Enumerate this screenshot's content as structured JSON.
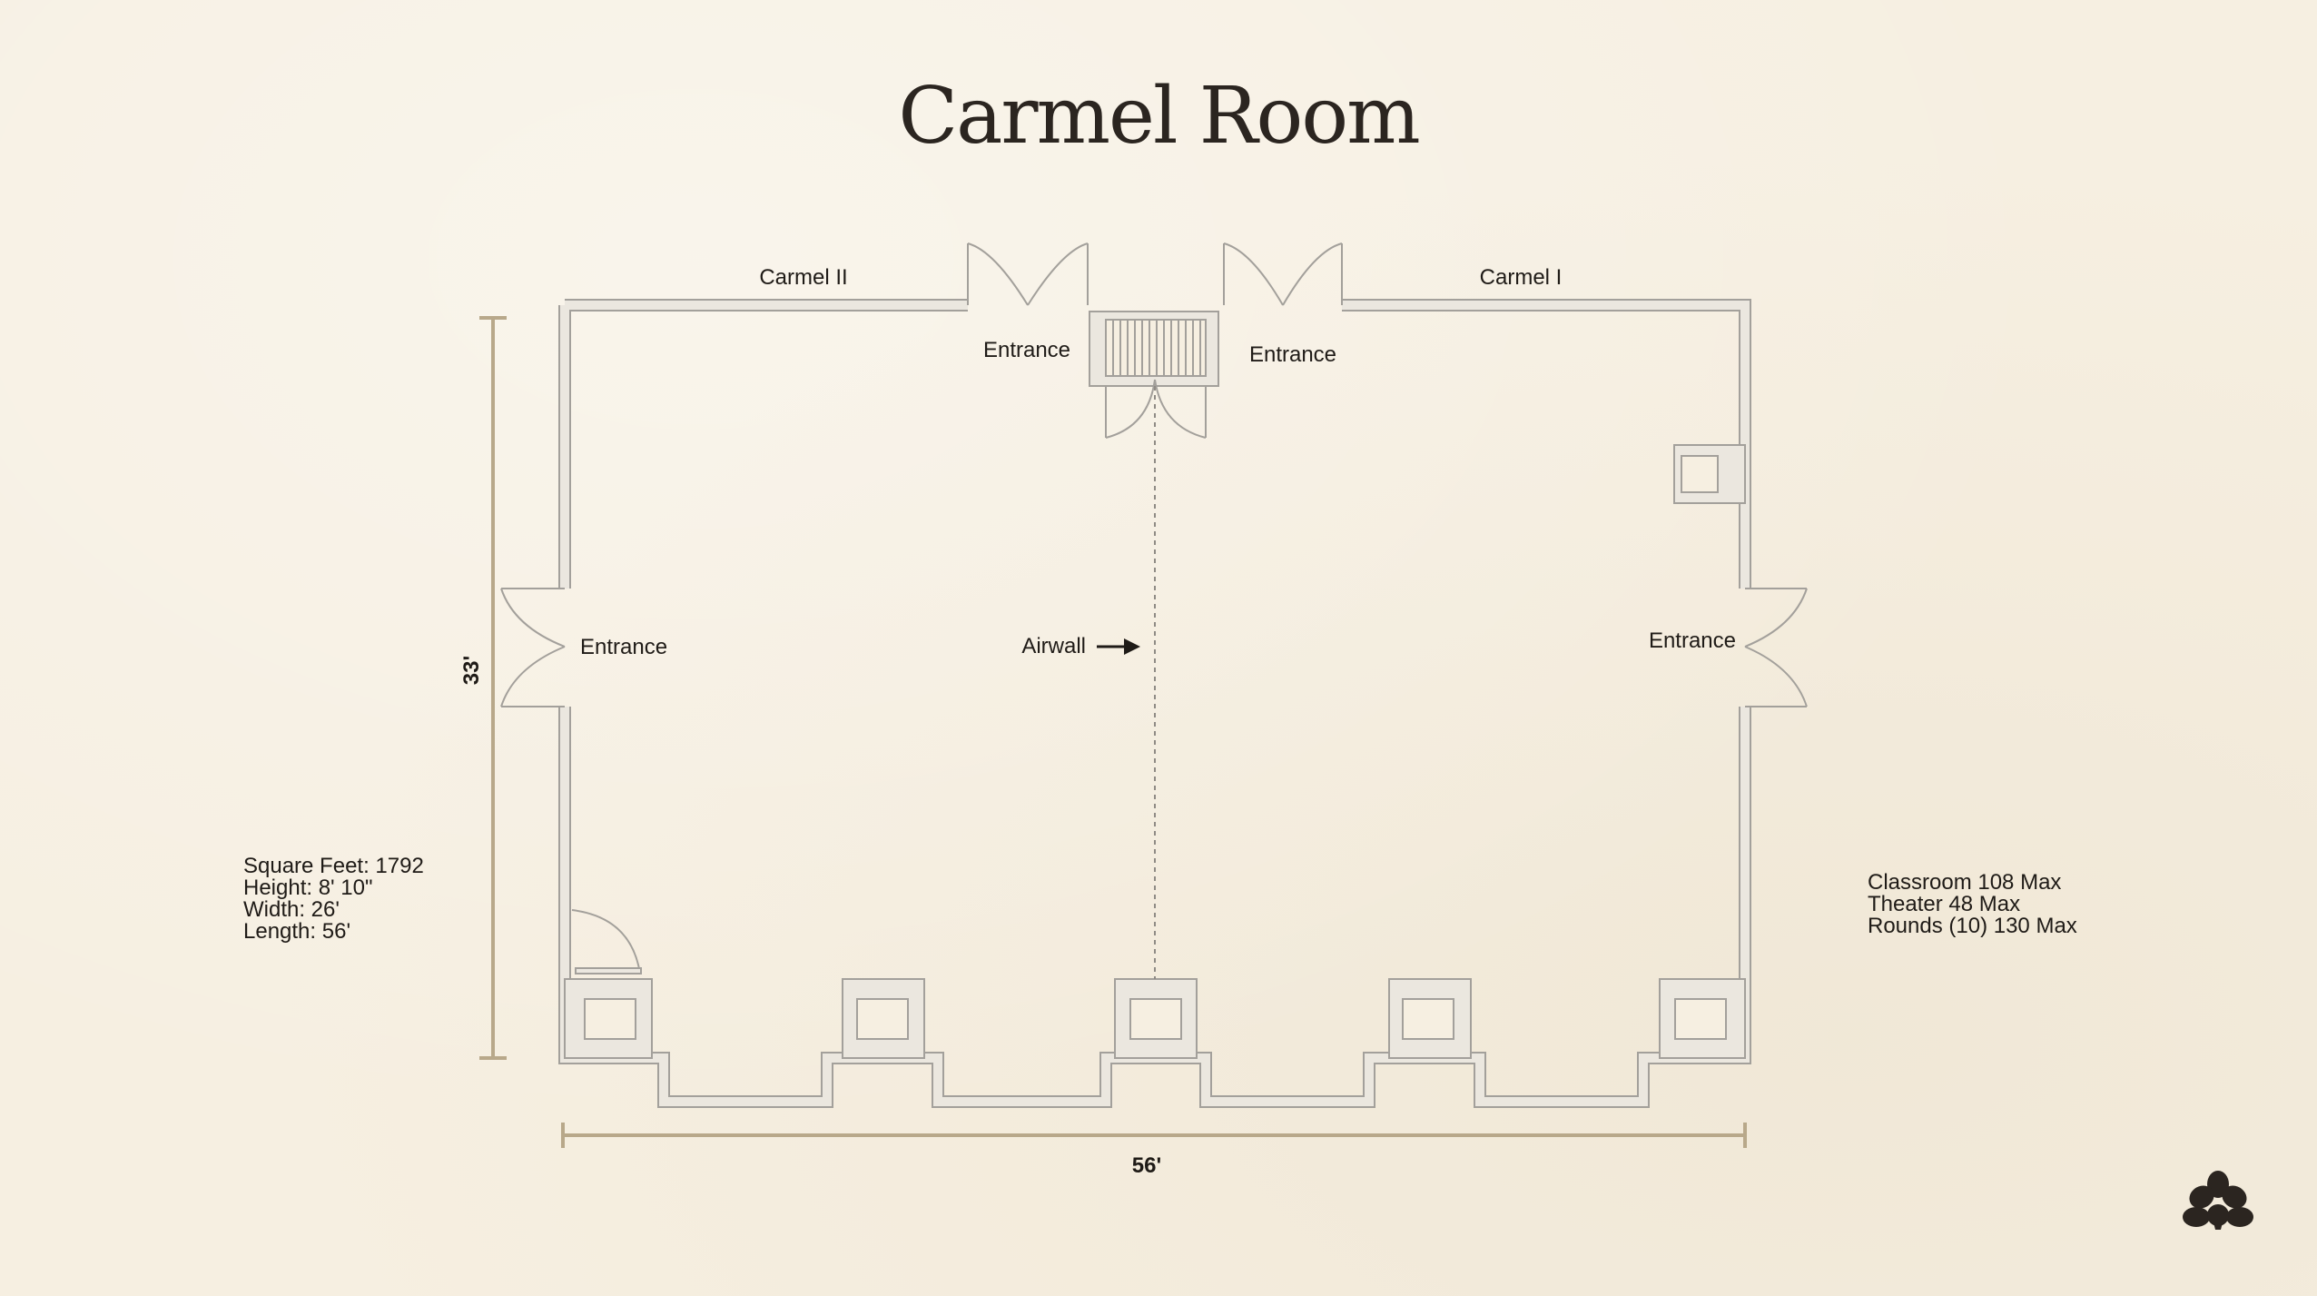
{
  "title": "Carmel Room",
  "labels": {
    "carmel_ii": "Carmel II",
    "carmel_i": "Carmel I",
    "entrance_top_left": "Entrance",
    "entrance_top_right": "Entrance",
    "entrance_left": "Entrance",
    "entrance_right": "Entrance",
    "airwall": "Airwall"
  },
  "dimensions": {
    "height_label": "33'",
    "width_label": "56'"
  },
  "specs": [
    "Square Feet: 1792",
    "Height: 8' 10\"",
    "Width: 26'",
    "Length: 56'"
  ],
  "capacity": [
    "Classroom 108 Max",
    "Theater 48 Max",
    "Rounds (10) 130 Max"
  ],
  "colors": {
    "wall": "#a3a09b",
    "wall_fill": "#ebe7df",
    "dimension": "#b8a88a",
    "logo": "#2b2520"
  },
  "icons": {
    "logo": "lotus-logo-icon",
    "arrow": "arrow-right-icon"
  }
}
